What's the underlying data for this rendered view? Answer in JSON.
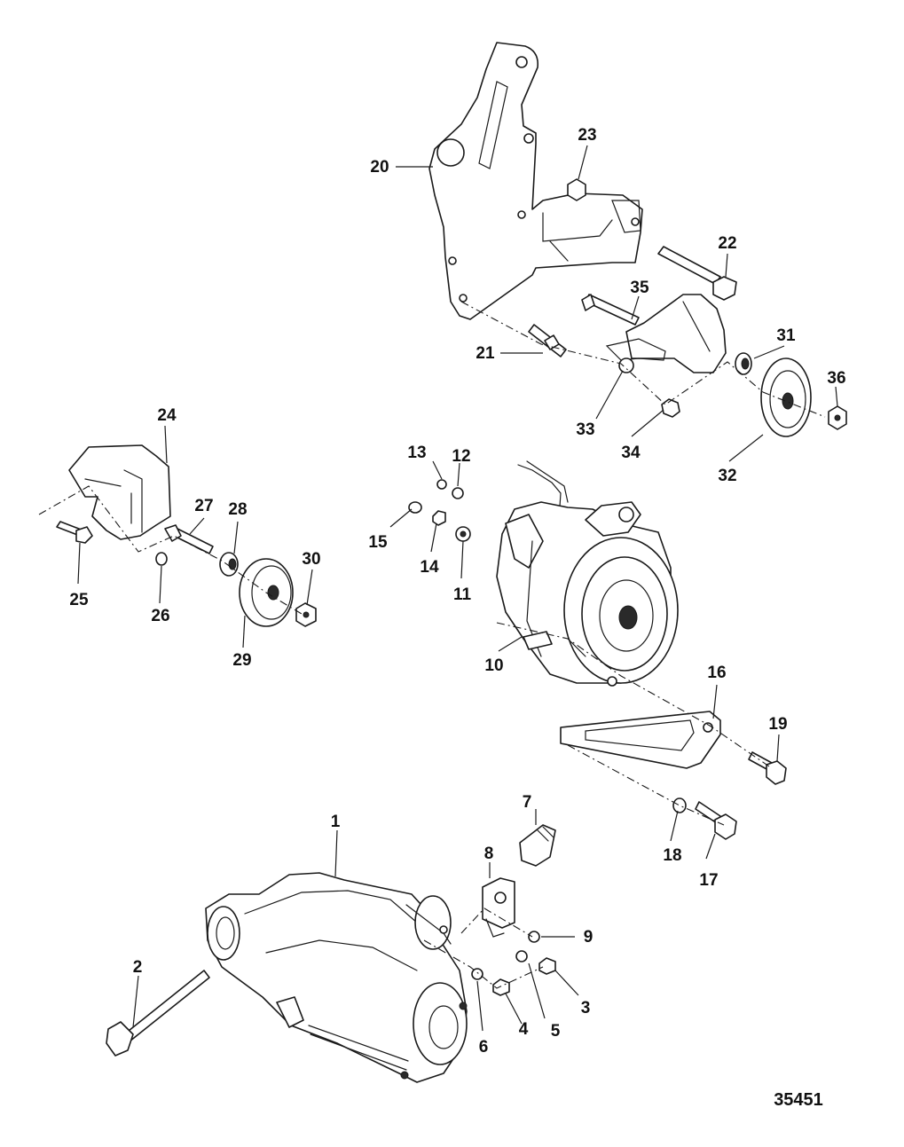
{
  "figure_number": "35451",
  "callouts": [
    {
      "id": "c1",
      "text": "1"
    },
    {
      "id": "c2",
      "text": "2"
    },
    {
      "id": "c3",
      "text": "3"
    },
    {
      "id": "c4",
      "text": "4"
    },
    {
      "id": "c5",
      "text": "5"
    },
    {
      "id": "c6",
      "text": "6"
    },
    {
      "id": "c7",
      "text": "7"
    },
    {
      "id": "c8",
      "text": "8"
    },
    {
      "id": "c9",
      "text": "9"
    },
    {
      "id": "c10",
      "text": "10"
    },
    {
      "id": "c11",
      "text": "11"
    },
    {
      "id": "c12",
      "text": "12"
    },
    {
      "id": "c13",
      "text": "13"
    },
    {
      "id": "c14",
      "text": "14"
    },
    {
      "id": "c15",
      "text": "15"
    },
    {
      "id": "c16",
      "text": "16"
    },
    {
      "id": "c17",
      "text": "17"
    },
    {
      "id": "c18",
      "text": "18"
    },
    {
      "id": "c19",
      "text": "19"
    },
    {
      "id": "c20",
      "text": "20"
    },
    {
      "id": "c21",
      "text": "21"
    },
    {
      "id": "c22",
      "text": "22"
    },
    {
      "id": "c23",
      "text": "23"
    },
    {
      "id": "c24",
      "text": "24"
    },
    {
      "id": "c25",
      "text": "25"
    },
    {
      "id": "c26",
      "text": "26"
    },
    {
      "id": "c27",
      "text": "27"
    },
    {
      "id": "c28",
      "text": "28"
    },
    {
      "id": "c29",
      "text": "29"
    },
    {
      "id": "c30",
      "text": "30"
    },
    {
      "id": "c31",
      "text": "31"
    },
    {
      "id": "c32",
      "text": "32"
    },
    {
      "id": "c33",
      "text": "33"
    },
    {
      "id": "c34",
      "text": "34"
    },
    {
      "id": "c35",
      "text": "35"
    },
    {
      "id": "c36",
      "text": "36"
    }
  ]
}
